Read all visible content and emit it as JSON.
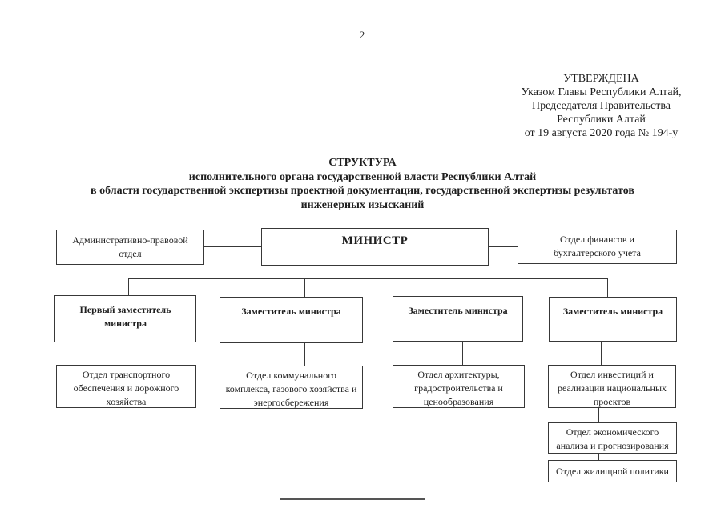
{
  "page_number": "2",
  "colors": {
    "ink": "#1f1f1f",
    "box_border": "#383838",
    "footnote_rule": "#555555",
    "background": "#ffffff"
  },
  "approval": {
    "lines": [
      "УТВЕРЖДЕНА",
      "Указом Главы Республики Алтай,",
      "Председателя Правительства",
      "Республики Алтай",
      "от 19 августа 2020 года № 194-у"
    ]
  },
  "title": {
    "lines": [
      "СТРУКТУРА",
      "исполнительного органа государственной власти Республики Алтай",
      "в области государственной экспертизы проектной документации, государственной экспертизы результатов",
      "инженерных изысканий"
    ]
  },
  "org": {
    "minister": "МИНИСТР",
    "left_office": "Административно-правовой\nотдел",
    "right_office": "Отдел финансов и\nбухгалтерского учета",
    "deputies": [
      "Первый заместитель\nминистра",
      "Заместитель министра",
      "Заместитель министра",
      "Заместитель министра"
    ],
    "departments": [
      "Отдел транспортного\nобеспечения и дорожного\nхозяйства",
      "Отдел коммунального\nкомплекса, газового хозяйства и\nэнергосбережения",
      "Отдел архитектуры,\nградостроительства и\nценообразования",
      "Отдел инвестиций и\nреализации национальных\nпроектов"
    ],
    "sub_departments": [
      "Отдел экономического\nанализа и прогнозирования",
      "Отдел жилищной политики"
    ]
  }
}
